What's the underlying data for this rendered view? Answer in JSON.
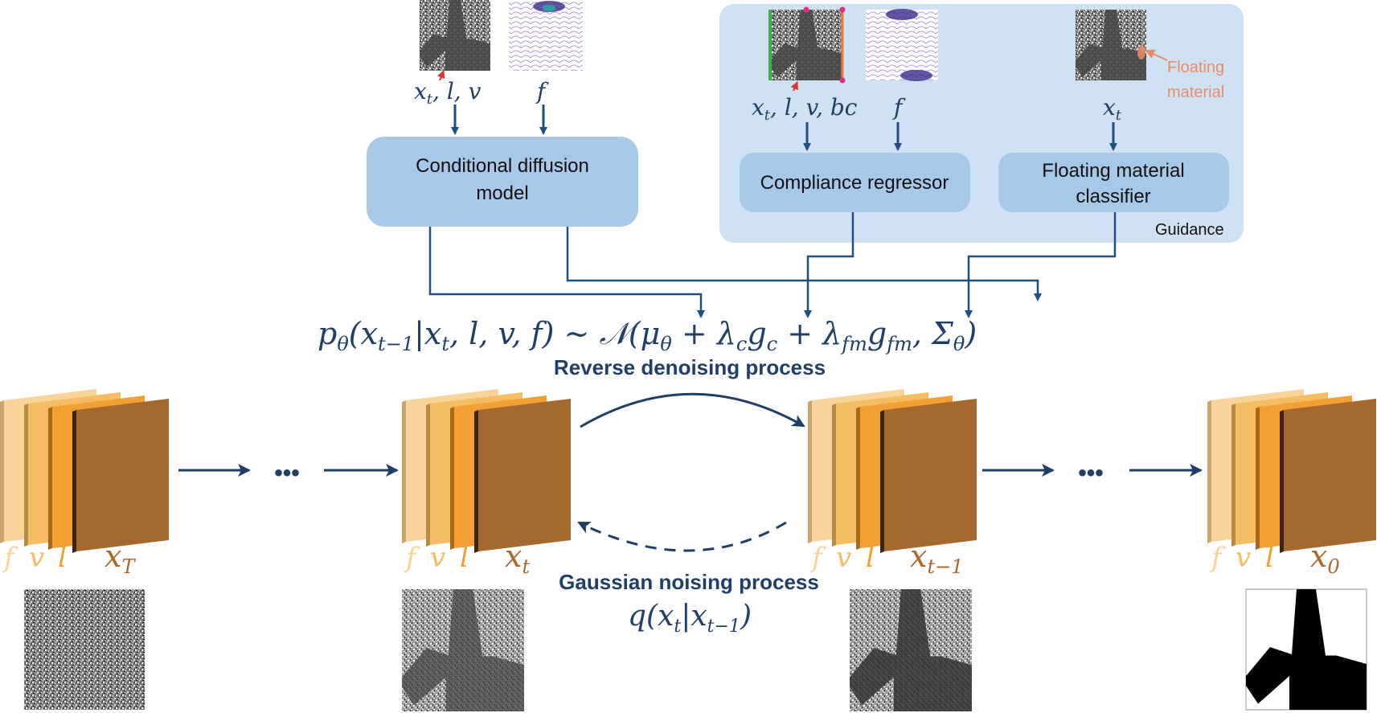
{
  "colors": {
    "arrow": "#1f4f80",
    "guidance_bg": "#cfe2f3",
    "module_bg": "#a8c8e8",
    "math_blue": "#1f3f66",
    "floating_note": "#e98b66",
    "layer_f": "#f8d49a",
    "layer_v": "#f5bd63",
    "layer_l": "#f2a033",
    "layer_x": "#a5682d"
  },
  "top_inputs": {
    "input_left_label": "x_t, l, v",
    "input_right_label": "f",
    "model_label_line1": "Conditional diffusion",
    "model_label_line2": "model"
  },
  "guidance": {
    "label": "Guidance",
    "input_left_label": "x_t, l, v, bc",
    "input_right_label": "f",
    "regressor_label": "Compliance regressor",
    "classifier_label_line1": "Floating material",
    "classifier_label_line2": "classifier",
    "classifier_input_label": "x_t",
    "floating_note_line1": "Floating",
    "floating_note_line2": "material"
  },
  "equation": {
    "reverse_formula": "pθ(xt−1|xt, l, v, f) ∼ 𝒩(μθ + λc gc + λfm gfm, Σθ)",
    "reverse_label": "Reverse denoising process",
    "forward_label": "Gaussian noising process",
    "forward_formula": "q(xt|xt−1)"
  },
  "stacks": [
    {
      "name": "x_T",
      "channel_labels": [
        "f",
        "v",
        "l"
      ],
      "x_label": "x",
      "x_sub": "T"
    },
    {
      "name": "x_t",
      "channel_labels": [
        "f",
        "v",
        "l"
      ],
      "x_label": "x",
      "x_sub": "t"
    },
    {
      "name": "x_t-1",
      "channel_labels": [
        "f",
        "v",
        "l"
      ],
      "x_label": "x",
      "x_sub": "t−1"
    },
    {
      "name": "x_0",
      "channel_labels": [
        "f",
        "v",
        "l"
      ],
      "x_label": "x",
      "x_sub": "0"
    }
  ],
  "ellipsis": "•••"
}
